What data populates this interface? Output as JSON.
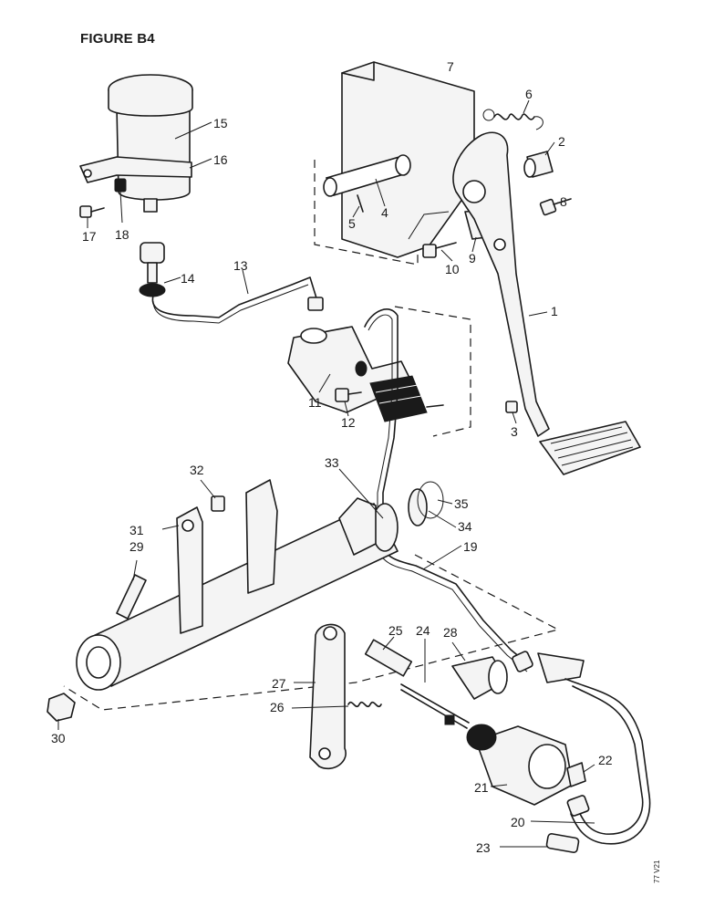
{
  "figure": {
    "title": "FIGURE B4",
    "drawing_code": "77 V21"
  },
  "callouts": [
    {
      "id": "c1",
      "label": "1"
    },
    {
      "id": "c2",
      "label": "2"
    },
    {
      "id": "c3",
      "label": "3"
    },
    {
      "id": "c4",
      "label": "4"
    },
    {
      "id": "c5",
      "label": "5"
    },
    {
      "id": "c6",
      "label": "6"
    },
    {
      "id": "c7",
      "label": "7"
    },
    {
      "id": "c8",
      "label": "8"
    },
    {
      "id": "c9",
      "label": "9"
    },
    {
      "id": "c10",
      "label": "10"
    },
    {
      "id": "c11",
      "label": "11"
    },
    {
      "id": "c12",
      "label": "12"
    },
    {
      "id": "c13",
      "label": "13"
    },
    {
      "id": "c14",
      "label": "14"
    },
    {
      "id": "c15",
      "label": "15"
    },
    {
      "id": "c16",
      "label": "16"
    },
    {
      "id": "c17",
      "label": "17"
    },
    {
      "id": "c18",
      "label": "18"
    },
    {
      "id": "c19",
      "label": "19"
    },
    {
      "id": "c20",
      "label": "20"
    },
    {
      "id": "c21",
      "label": "21"
    },
    {
      "id": "c22",
      "label": "22"
    },
    {
      "id": "c23",
      "label": "23"
    },
    {
      "id": "c24",
      "label": "24"
    },
    {
      "id": "c25",
      "label": "25"
    },
    {
      "id": "c26",
      "label": "26"
    },
    {
      "id": "c27",
      "label": "27"
    },
    {
      "id": "c28",
      "label": "28"
    },
    {
      "id": "c29",
      "label": "29"
    },
    {
      "id": "c30",
      "label": "30"
    },
    {
      "id": "c31",
      "label": "31"
    },
    {
      "id": "c32",
      "label": "32"
    },
    {
      "id": "c33",
      "label": "33"
    },
    {
      "id": "c34",
      "label": "34"
    },
    {
      "id": "c35",
      "label": "35"
    }
  ]
}
